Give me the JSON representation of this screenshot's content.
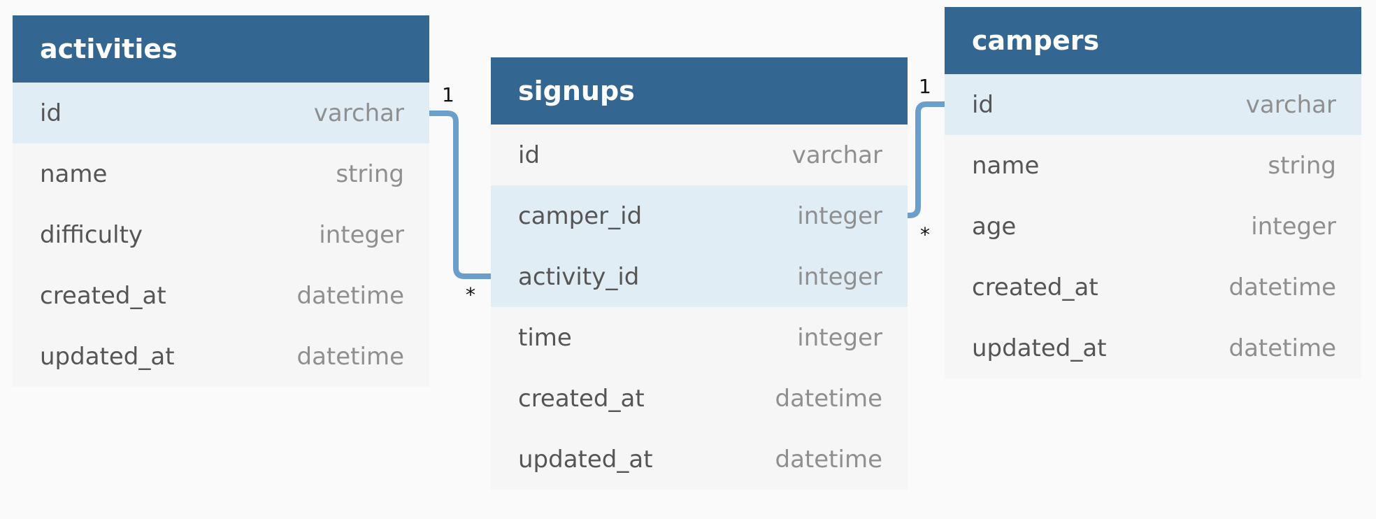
{
  "colors": {
    "header": "#336791",
    "key_row": "#e1edf5",
    "row": "#f6f6f6",
    "connector": "#6a9fcc"
  },
  "tables": [
    {
      "name": "activities",
      "rows": [
        {
          "field": "id",
          "type": "varchar",
          "key": true
        },
        {
          "field": "name",
          "type": "string",
          "key": false
        },
        {
          "field": "difficulty",
          "type": "integer",
          "key": false
        },
        {
          "field": "created_at",
          "type": "datetime",
          "key": false
        },
        {
          "field": "updated_at",
          "type": "datetime",
          "key": false
        }
      ]
    },
    {
      "name": "signups",
      "rows": [
        {
          "field": "id",
          "type": "varchar",
          "key": false
        },
        {
          "field": "camper_id",
          "type": "integer",
          "key": true
        },
        {
          "field": "activity_id",
          "type": "integer",
          "key": true
        },
        {
          "field": "time",
          "type": "integer",
          "key": false
        },
        {
          "field": "created_at",
          "type": "datetime",
          "key": false
        },
        {
          "field": "updated_at",
          "type": "datetime",
          "key": false
        }
      ]
    },
    {
      "name": "campers",
      "rows": [
        {
          "field": "id",
          "type": "varchar",
          "key": true
        },
        {
          "field": "name",
          "type": "string",
          "key": false
        },
        {
          "field": "age",
          "type": "integer",
          "key": false
        },
        {
          "field": "created_at",
          "type": "datetime",
          "key": false
        },
        {
          "field": "updated_at",
          "type": "datetime",
          "key": false
        }
      ]
    }
  ],
  "relations": [
    {
      "from": "activities.id",
      "to": "signups.activity_id",
      "from_card": "1",
      "to_card": "*"
    },
    {
      "from": "campers.id",
      "to": "signups.camper_id",
      "from_card": "1",
      "to_card": "*"
    }
  ]
}
